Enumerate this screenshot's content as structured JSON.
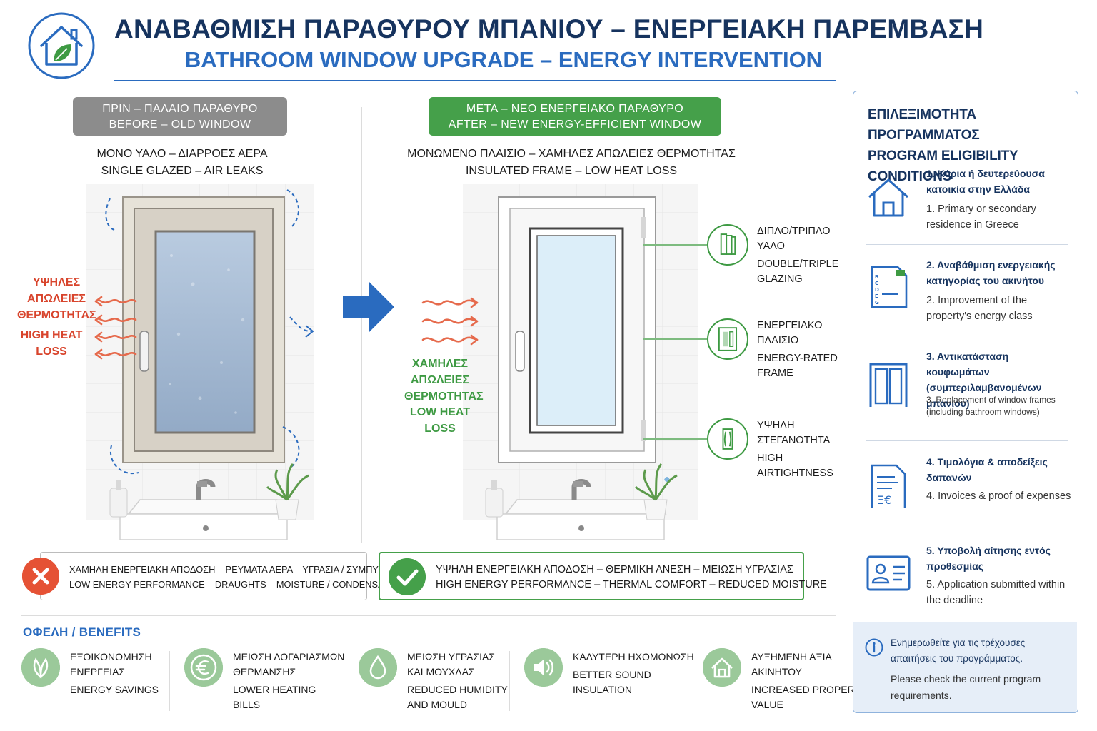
{
  "header": {
    "title_gr": "ΑΝΑΒΑΘΜΙΣΗ ΠΑΡΑΘΥΡΟΥ ΜΠΑΝΙΟΥ – ΕΝΕΡΓΕΙΑΚΗ ΠΑΡΕΜΒΑΣΗ",
    "title_en": "BATHROOM WINDOW UPGRADE – ENERGY INTERVENTION",
    "logo_icon": "house-leaf-icon",
    "accent_dark": "#16335e",
    "accent_blue": "#2a6bbf"
  },
  "before": {
    "pill_gr": "ΠΡΙΝ – ΠΑΛΑΙΟ ΠΑΡΑΘΥΡΟ",
    "pill_en": "BEFORE – OLD WINDOW",
    "sub_gr": "ΜΟΝΟ ΥΑΛΟ – ΔΙΑΡΡΟΕΣ ΑΕΡΑ",
    "sub_en": "SINGLE GLAZED – AIR LEAKS",
    "heat_gr": "ΥΨΗΛΕΣ ΑΠΩΛΕΙΕΣ ΘΕΡΜΟΤΗΤΑΣ",
    "heat_en": "HIGH HEAT LOSS",
    "color": "#d8442c"
  },
  "after": {
    "pill_gr": "ΜΕΤΑ – ΝΕΟ ΕΝΕΡΓΕΙΑΚΟ ΠΑΡΑΘΥΡΟ",
    "pill_en": "AFTER – NEW ENERGY-EFFICIENT WINDOW",
    "sub_gr": "ΜΟΝΩΜΕΝΟ ΠΛΑΙΣΙΟ – ΧΑΜΗΛΕΣ ΑΠΩΛΕΙΕΣ ΘΕΡΜΟΤΗΤΑΣ",
    "sub_en": "INSULATED FRAME – LOW HEAT LOSS",
    "heat_gr": "ΧΑΜΗΛΕΣ ΑΠΩΛΕΙΕΣ ΘΕΡΜΟΤΗΤΑΣ",
    "heat_en": "LOW HEAT LOSS",
    "color": "#3e9a43",
    "features": [
      {
        "gr": "ΔΙΠΛΟ/ΤΡΙΠΛΟ ΥΑΛΟ",
        "en": "DOUBLE/TRIPLE GLAZING",
        "icon": "glazing-icon"
      },
      {
        "gr": "ΕΝΕΡΓΕΙΑΚΟ ΠΛΑΙΣΙΟ",
        "en": "ENERGY-RATED FRAME",
        "icon": "frame-icon"
      },
      {
        "gr": "ΥΨΗΛΗ ΣΤΕΓΑΝΟΤΗΤΑ",
        "en": "HIGH AIRTIGHTNESS",
        "icon": "seal-icon"
      }
    ]
  },
  "status": {
    "bad_gr": "ΧΑΜΗΛΗ ΕΝΕΡΓΕΙΑΚΗ ΑΠΟΔΟΣΗ – ΡΕΥΜΑΤΑ ΑΕΡΑ – ΥΓΡΑΣΙΑ / ΣΥΜΠΥΚΝΩΣΗ",
    "bad_en": "LOW ENERGY PERFORMANCE – DRAUGHTS – MOISTURE / CONDENSATION",
    "good_gr": "ΥΨΗΛΗ ΕΝΕΡΓΕΙΑΚΗ ΑΠΟΔΟΣΗ – ΘΕΡΜΙΚΗ ΑΝΕΣΗ – ΜΕΙΩΣΗ ΥΓΡΑΣΙΑΣ",
    "good_en": "HIGH ENERGY PERFORMANCE – THERMAL COMFORT – REDUCED MOISTURE"
  },
  "benefits": {
    "title": "ΟΦΕΛΗ / BENEFITS",
    "items": [
      {
        "gr": [
          "ΕΞΟΙΚΟΝΟΜΗΣΗ",
          "ΕΝΕΡΓΕΙΑΣ"
        ],
        "en": [
          "ENERGY SAVINGS"
        ],
        "icon": "leaf-icon"
      },
      {
        "gr": [
          "ΜΕΙΩΣΗ ΛΟΓΑΡΙΑΣΜΩΝ",
          "ΘΕΡΜΑΝΣΗΣ"
        ],
        "en": [
          "LOWER HEATING",
          "BILLS"
        ],
        "icon": "euro-icon"
      },
      {
        "gr": [
          "ΜΕΙΩΣΗ ΥΓΡΑΣΙΑΣ",
          "ΚΑΙ ΜΟΥΧΛΑΣ"
        ],
        "en": [
          "REDUCED HUMIDITY",
          "AND MOULD"
        ],
        "icon": "droplet-icon"
      },
      {
        "gr": [
          "ΚΑΛΥΤΕΡΗ ΗΧΟΜΟΝΩΣΗ"
        ],
        "en": [
          "BETTER SOUND",
          "INSULATION"
        ],
        "icon": "speaker-icon"
      },
      {
        "gr": [
          "ΑΥΞΗΜΕΝΗ ΑΞΙΑ",
          "ΑΚΙΝΗΤΟΥ"
        ],
        "en": [
          "INCREASED PROPERTY",
          "VALUE"
        ],
        "icon": "house-icon"
      }
    ]
  },
  "eligibility": {
    "title_gr": "ΕΠΙΛΕΞΙΜΟΤΗΤΑ ΠΡΟΓΡΑΜΜΑΤΟΣ",
    "title_en": "PROGRAM ELIGIBILITY CONDITIONS",
    "items": [
      {
        "gr": "1. Κύρια ή δευτερεύουσα κατοικία στην Ελλάδα",
        "en": "1. Primary or secondary residence in Greece",
        "icon": "house-outline-icon"
      },
      {
        "gr": "2. Αναβάθμιση ενεργειακής κατηγορίας του ακινήτου",
        "en": "2. Improvement of the property's energy class",
        "icon": "energy-label-icon"
      },
      {
        "gr": "3. Αντικατάσταση κουφωμάτων (συμπεριλαμβανομένων μπάνιου)",
        "en": "3. Replacement of window frames (including bathroom windows)",
        "icon": "window-icon"
      },
      {
        "gr": "4. Τιμολόγια & αποδείξεις δαπανών",
        "en": "4. Invoices & proof of expenses",
        "icon": "invoice-icon"
      },
      {
        "gr": "5. Υποβολή αίτησης εντός προθεσμίας",
        "en": "5. Application submitted within the deadline",
        "icon": "id-card-icon"
      }
    ],
    "note_gr": "Ενημερωθείτε για τις τρέχουσες απαιτήσεις του προγράμματος.",
    "note_en": "Please check the current program requirements.",
    "note_icon": "info-icon"
  }
}
